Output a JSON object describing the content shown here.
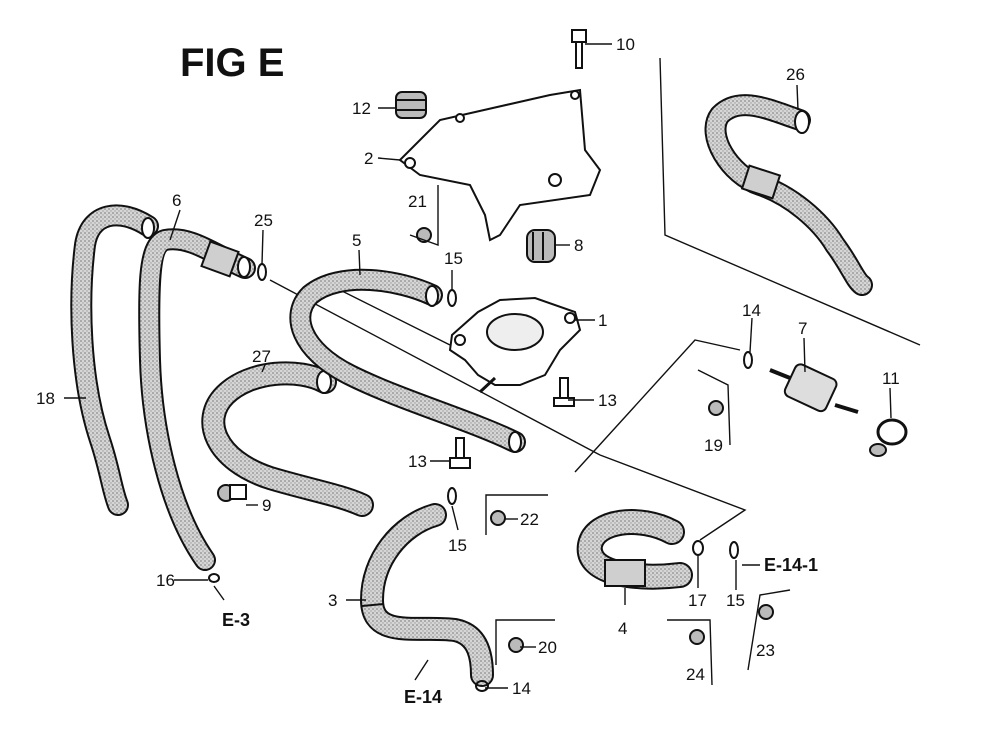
{
  "figure": {
    "title": "FIG E"
  },
  "callouts": [
    {
      "id": "p1",
      "text": "1"
    },
    {
      "id": "p2",
      "text": "2"
    },
    {
      "id": "p3",
      "text": "3"
    },
    {
      "id": "p4",
      "text": "4"
    },
    {
      "id": "p5",
      "text": "5"
    },
    {
      "id": "p6",
      "text": "6"
    },
    {
      "id": "p7",
      "text": "7"
    },
    {
      "id": "p8",
      "text": "8"
    },
    {
      "id": "p9",
      "text": "9"
    },
    {
      "id": "p10",
      "text": "10"
    },
    {
      "id": "p11",
      "text": "11"
    },
    {
      "id": "p12",
      "text": "12"
    },
    {
      "id": "p13a",
      "text": "13"
    },
    {
      "id": "p13b",
      "text": "13"
    },
    {
      "id": "p14a",
      "text": "14"
    },
    {
      "id": "p14b",
      "text": "14"
    },
    {
      "id": "p15a",
      "text": "15"
    },
    {
      "id": "p15b",
      "text": "15"
    },
    {
      "id": "p15c",
      "text": "15"
    },
    {
      "id": "p16",
      "text": "16"
    },
    {
      "id": "p17",
      "text": "17"
    },
    {
      "id": "p18",
      "text": "18"
    },
    {
      "id": "p19",
      "text": "19"
    },
    {
      "id": "p20",
      "text": "20"
    },
    {
      "id": "p21",
      "text": "21"
    },
    {
      "id": "p22",
      "text": "22"
    },
    {
      "id": "p23",
      "text": "23"
    },
    {
      "id": "p24",
      "text": "24"
    },
    {
      "id": "p25",
      "text": "25"
    },
    {
      "id": "p26",
      "text": "26"
    },
    {
      "id": "p27",
      "text": "27"
    }
  ],
  "references": [
    {
      "id": "e3",
      "text": "E-3"
    },
    {
      "id": "e14",
      "text": "E-14"
    },
    {
      "id": "e141",
      "text": "E-14-1"
    }
  ],
  "colors": {
    "ink": "#111111",
    "hose_stipple": "#bdbdbd",
    "background": "#ffffff"
  }
}
